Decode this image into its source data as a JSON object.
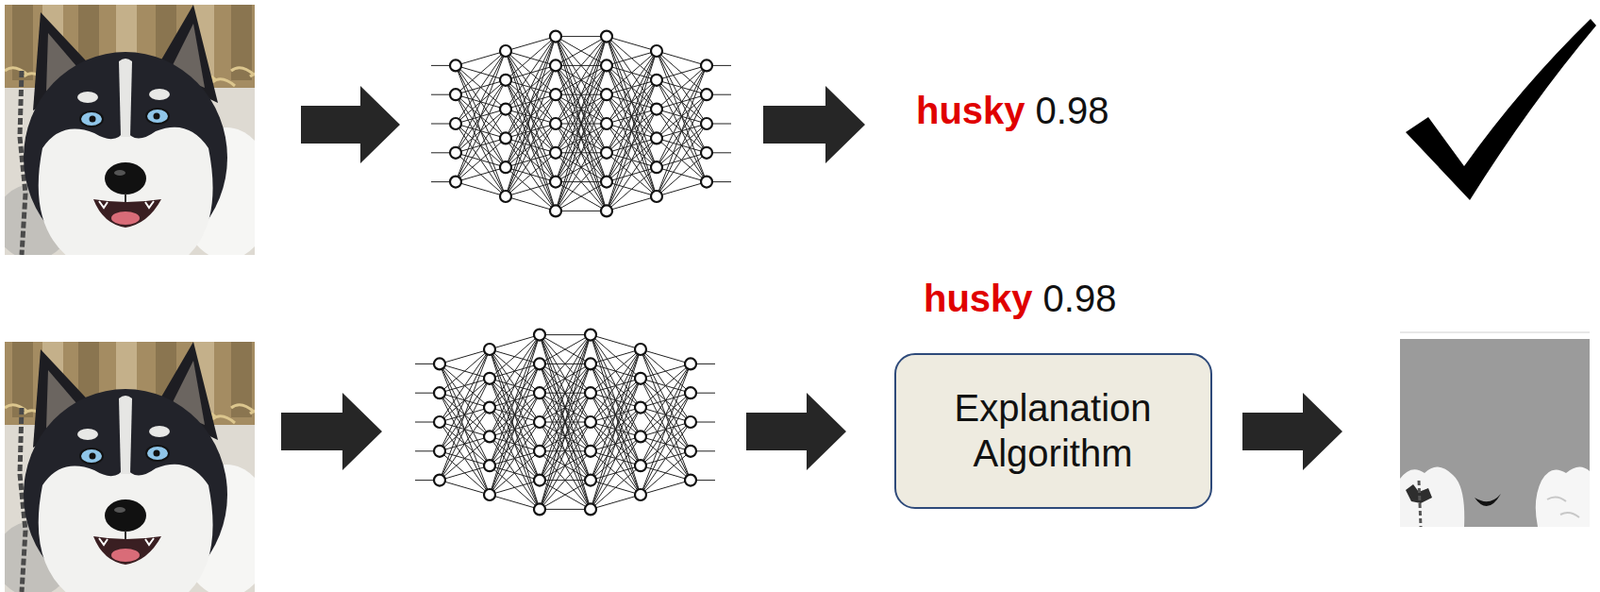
{
  "diagram": {
    "nodes": [
      {
        "text": [
          "Explanation Algorithm"
        ]
      }
    ],
    "labels": [
      "husky",
      "0.98",
      "husky",
      "0.98"
    ]
  }
}
